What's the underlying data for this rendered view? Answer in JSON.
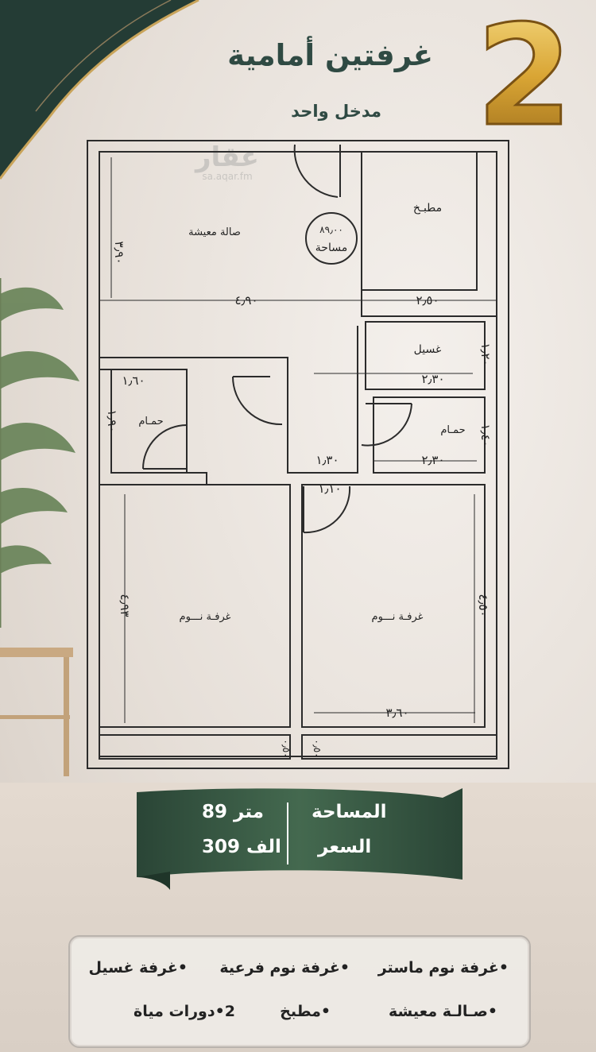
{
  "header": {
    "title": "غرفتين أمامية",
    "subtitle": "مدخل واحد",
    "badge_number": "2"
  },
  "watermark": {
    "logo_text": "عقار",
    "url": "sa.aqar.fm"
  },
  "plan": {
    "rooms": {
      "living": "صالة معيشة",
      "kitchen": "مطبـخ",
      "laundry": "غسيل",
      "bath_right": "حمـام",
      "bath_left": "حمـام",
      "bedroom_left": "غرفـة نـــوم",
      "bedroom_right": "غرفـة نـــوم"
    },
    "area_circle": {
      "value": "٨٩٫٠٠",
      "label": "مساحة"
    },
    "dimensions": {
      "living_width": "٤٫٩٠",
      "living_height": "٣٫٩٠",
      "kitchen_width": "٢٫٥٠",
      "laundry_width": "٢٫٣٠",
      "laundry_height": "١٫٢٠",
      "bath_right_width": "٢٫٣٠",
      "bath_right_height": "١٫٤٠",
      "bath_left_width": "١٫٦٠",
      "bath_left_height": "١٫٩٠",
      "corridor_width": "١٫٣٠",
      "door_width": "١٫١٠",
      "bedroom_left_height": "٤٫٩٣",
      "bedroom_right_height": "٤٫٥٠",
      "bedroom_right_width": "٣٫٦٠",
      "balcony_left": "٠٫٥٠",
      "balcony_right": "٠٫٥٠"
    }
  },
  "info": {
    "area_label": "المساحة",
    "area_value": "89 متر",
    "price_label": "السعر",
    "price_value": "309 الف"
  },
  "features": [
    "•غرفة نوم ماستر",
    "•غرفة نوم فرعية",
    "•غرفة غسيل",
    "•صـالـة معيشة",
    "•مطبخ",
    "2•دورات مياة"
  ],
  "colors": {
    "brand_green": "#3b5a45",
    "title_green": "#2f4a43",
    "gold": "#d9a534"
  }
}
